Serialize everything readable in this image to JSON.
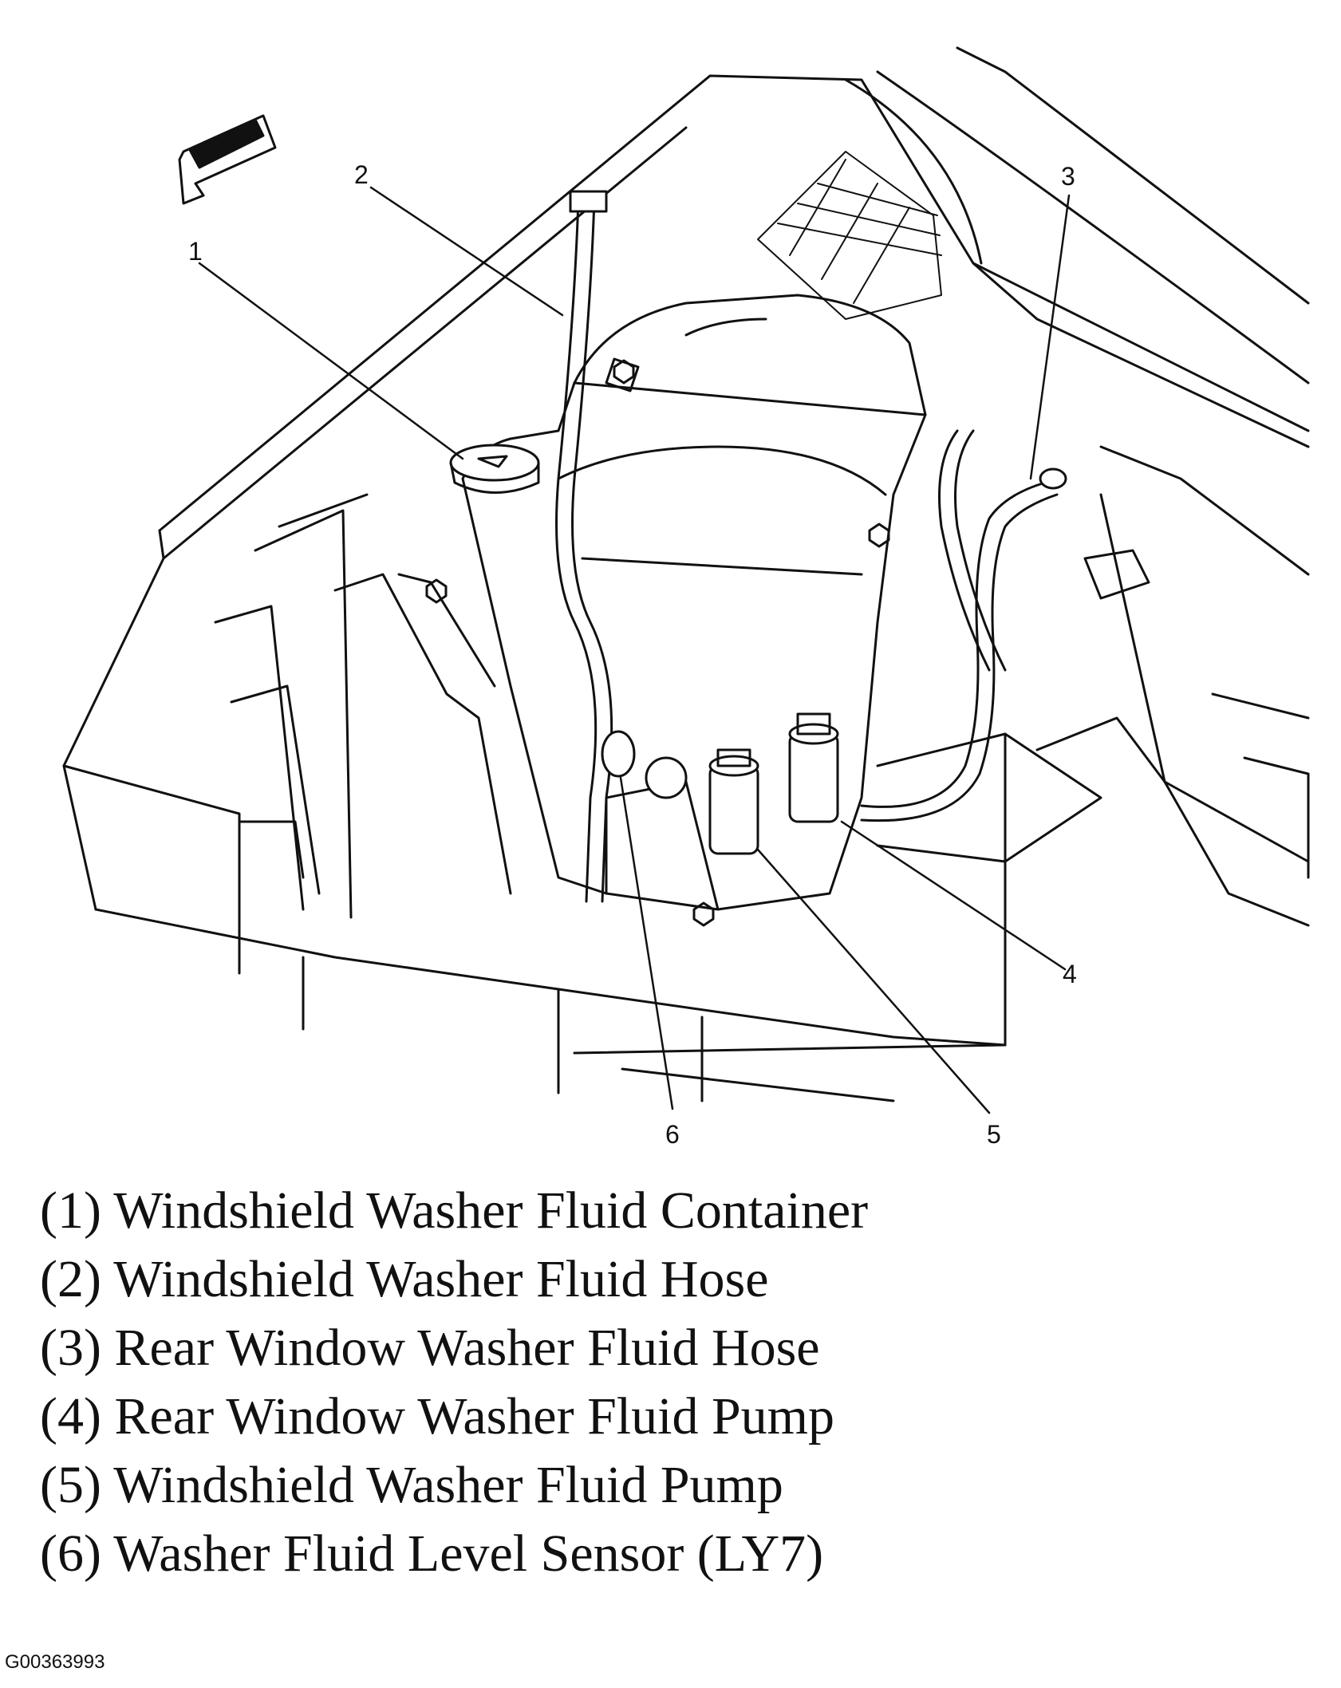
{
  "callouts": [
    "1",
    "2",
    "3",
    "4",
    "5",
    "6"
  ],
  "legend": [
    "(1) Windshield Washer Fluid Container",
    "(2) Windshield Washer Fluid Hose",
    "(3) Rear Window Washer Fluid Hose",
    "(4) Rear Window Washer Fluid Pump",
    "(5) Windshield Washer Fluid Pump",
    "(6) Washer Fluid Level Sensor (LY7)"
  ],
  "figure_id": "G00363993",
  "icons": {
    "direction": "front-arrow-icon"
  }
}
